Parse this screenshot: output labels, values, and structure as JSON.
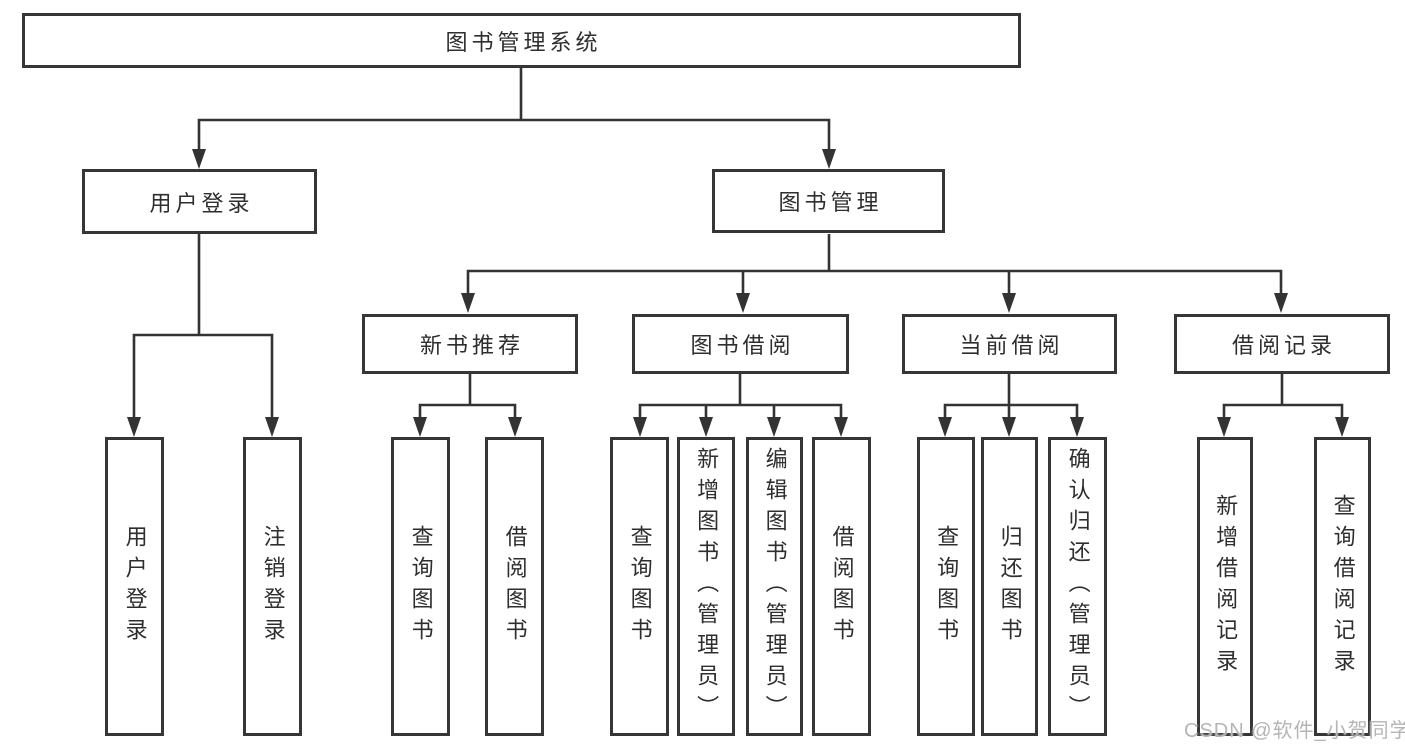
{
  "colors": {
    "line": "#333333",
    "box_border": "#363636",
    "text": "#2e2e2e",
    "watermark": "#b5b5b5",
    "background": "#ffffff"
  },
  "watermark": {
    "text": "CSDN @软件_小贺同学"
  },
  "tree": {
    "label": "图书管理系统",
    "children": [
      {
        "label": "用户登录",
        "children": [
          {
            "label": "用户登录"
          },
          {
            "label": "注销登录"
          }
        ]
      },
      {
        "label": "图书管理",
        "children": [
          {
            "label": "新书推荐",
            "children": [
              {
                "label": "查询图书"
              },
              {
                "label": "借阅图书"
              }
            ]
          },
          {
            "label": "图书借阅",
            "children": [
              {
                "label": "查询图书"
              },
              {
                "label": "新增图书（管理员）"
              },
              {
                "label": "编辑图书（管理员）"
              },
              {
                "label": "借阅图书"
              }
            ]
          },
          {
            "label": "当前借阅",
            "children": [
              {
                "label": "查询图书"
              },
              {
                "label": "归还图书"
              },
              {
                "label": "确认归还（管理员）"
              }
            ]
          },
          {
            "label": "借阅记录",
            "children": [
              {
                "label": "新增借阅记录"
              },
              {
                "label": "查询借阅记录"
              }
            ]
          }
        ]
      }
    ]
  }
}
